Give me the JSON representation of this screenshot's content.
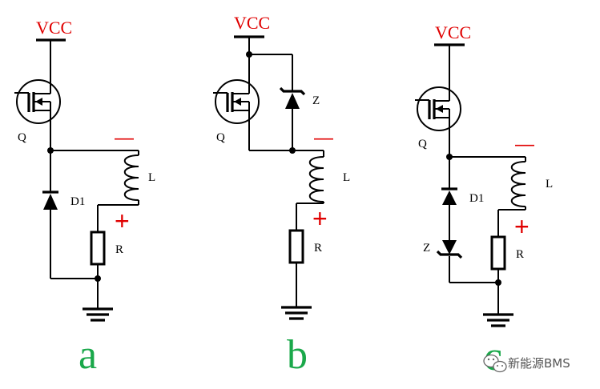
{
  "circuits": [
    {
      "caption": "a",
      "supply": "VCC",
      "transistor": "Q",
      "diode": "D1",
      "inductor": "L",
      "resistor": "R",
      "minus": "—",
      "plus": "+"
    },
    {
      "caption": "b",
      "supply": "VCC",
      "transistor": "Q",
      "zener": "Z",
      "inductor": "L",
      "resistor": "R",
      "minus": "—",
      "plus": "+"
    },
    {
      "caption": "c",
      "supply": "VCC",
      "transistor": "Q",
      "diode": "D1",
      "zener": "Z",
      "inductor": "L",
      "resistor": "R",
      "minus": "—",
      "plus": "+"
    }
  ],
  "watermark": {
    "icon": "wechat-icon",
    "text": "新能源BMS"
  }
}
